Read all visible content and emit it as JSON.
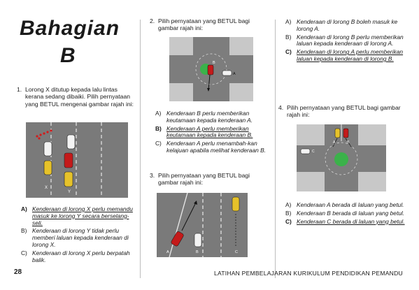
{
  "heading": {
    "line1": "Bahagian",
    "line2": "B"
  },
  "q1": {
    "number": "1.",
    "text": "Lorong X ditutup kepada lalu lintas kerana sedang dibaiki. Pilih pernyataan yang BETUL mengenai gambar rajah ini:",
    "figure_labels": {
      "x": "X",
      "y": "Y"
    },
    "options": [
      {
        "letter": "A)",
        "text": "Kenderaan di lorong X perlu memandu masuk ke lorong Y secara berselang-seli.",
        "answer": true
      },
      {
        "letter": "B)",
        "text": "Kenderaan di lorong Y tidak perlu memberi laluan kepada kenderaan di lorong X.",
        "answer": false
      },
      {
        "letter": "C)",
        "text": "Kenderaan di lorong X perlu berpatah balik.",
        "answer": false
      }
    ]
  },
  "q2": {
    "number": "2.",
    "text": "Pilih pernyataan yang BETUL bagi gambar rajah ini:",
    "figure_labels": {
      "a": "A",
      "b": "B"
    },
    "options": [
      {
        "letter": "A)",
        "text": "Kenderaan B perlu memberikan keutamaan kepada kenderaan A.",
        "answer": false
      },
      {
        "letter": "B)",
        "text": "Kenderaan A perlu memberikan keutamaan kepada kenderaan B.",
        "answer": true
      },
      {
        "letter": "C)",
        "text": "Kenderaan A perlu menambah-kan kelajuan apabila melihat kenderaan B.",
        "answer": false
      }
    ]
  },
  "q3": {
    "number": "3.",
    "text": "Pilih pernyataan yang BETUL bagi gambar rajah ini:",
    "figure_labels": {
      "a": "A",
      "b": "B",
      "c": "C"
    },
    "options": [
      {
        "letter": "A)",
        "text": "Kenderaan di lorong B boleh masuk ke lorong A.",
        "answer": false
      },
      {
        "letter": "B)",
        "text": "Kenderaan di lorong B perlu memberikan laluan kepada kenderaan di lorong A.",
        "answer": false
      },
      {
        "letter": "C)",
        "text": "Kenderaan di lorong A perlu memberikan laluan kepada kenderaan di lorong B.",
        "answer": true
      }
    ]
  },
  "q4": {
    "number": "4.",
    "text": "Pilih pernyataan yang BETUL bagi gambar rajah ini:",
    "figure_labels": {
      "a": "A",
      "b": "B",
      "c": "C"
    },
    "options": [
      {
        "letter": "A)",
        "text": "Kenderaan A berada di laluan yang betul.",
        "answer": false
      },
      {
        "letter": "B)",
        "text": "Kenderaan B berada di laluan yang betul.",
        "answer": false
      },
      {
        "letter": "C)",
        "text": "Kenderaan C berada di laluan yang betul.",
        "answer": true
      }
    ]
  },
  "footer": {
    "page": "28",
    "title": "LATIHAN PEMBELAJARAN KURIKULUM PENDIDIKAN PEMANDU"
  }
}
